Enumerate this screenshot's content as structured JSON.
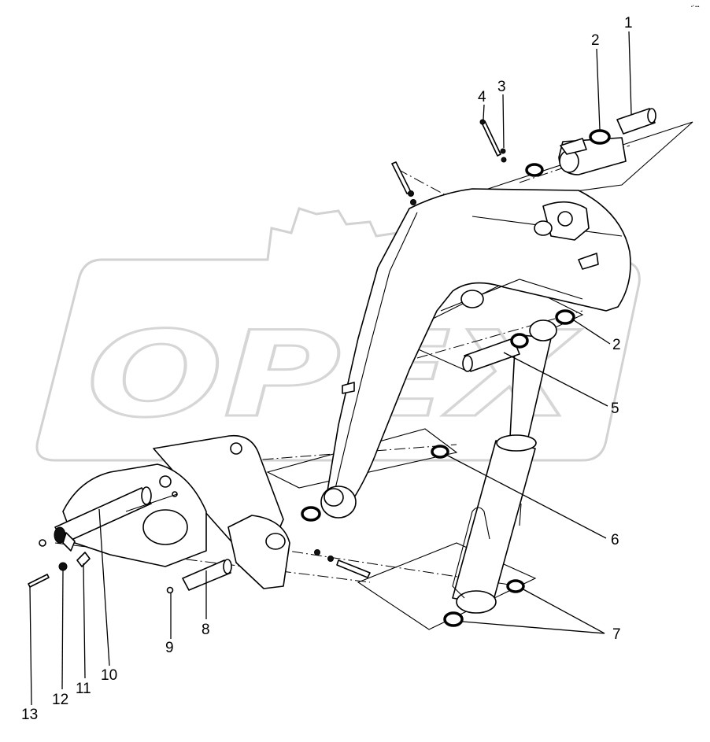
{
  "watermark": {
    "text": "OPEX"
  },
  "corner_mark": "•° •••",
  "callouts": [
    {
      "id": "c1",
      "label": "1"
    },
    {
      "id": "c2a",
      "label": "2"
    },
    {
      "id": "c3",
      "label": "3"
    },
    {
      "id": "c4",
      "label": "4"
    },
    {
      "id": "c2b",
      "label": "2"
    },
    {
      "id": "c5",
      "label": "5"
    },
    {
      "id": "c6",
      "label": "6"
    },
    {
      "id": "c7a",
      "label": "7"
    },
    {
      "id": "c7b",
      "label": "7"
    },
    {
      "id": "c8",
      "label": "8"
    },
    {
      "id": "c9",
      "label": "9"
    },
    {
      "id": "c10",
      "label": "10"
    },
    {
      "id": "c11",
      "label": "11"
    },
    {
      "id": "c12",
      "label": "12"
    },
    {
      "id": "c13",
      "label": "13"
    }
  ]
}
